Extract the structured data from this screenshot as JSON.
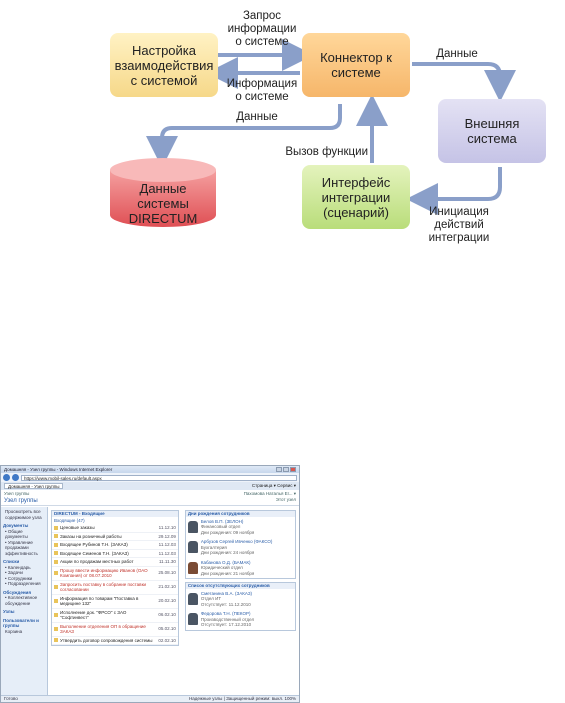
{
  "diagram": {
    "nodes": {
      "setup": "Настройка взаимодействия с системой",
      "connector": "Коннектор к системе",
      "external": "Внешняя система",
      "data_store": [
        "Данные",
        "системы",
        "DIRECTUM"
      ],
      "interface": "Интерфейс интеграции (сценарий)"
    },
    "labels": {
      "request": [
        "Запрос",
        "информации",
        "о системе"
      ],
      "info": [
        "Информация",
        "о системе"
      ],
      "data_right": "Данные",
      "data_left": "Данные",
      "call": "Вызов функции",
      "initiation": [
        "Инициация",
        "действий",
        "интеграции"
      ]
    }
  },
  "screenshot": {
    "window_title": "Домашняя - Узел группы - Windows Internet Explorer",
    "address": "https://www.mobil-sales.ru/default.aspx",
    "tab": "Домашняя - Узел группы",
    "tools": "Страница ▾  Сервис ▾",
    "site_title": "Узел группы",
    "user": "Пахомова Наталья Ег... ▾",
    "search_placeholder": "Этот узел",
    "sidebar": [
      {
        "kind": "item",
        "text": "Просмотреть все содержимое узла"
      },
      {
        "kind": "head",
        "text": "Документы"
      },
      {
        "kind": "item",
        "text": "• Общие документы"
      },
      {
        "kind": "item",
        "text": "• Управление продажами эффективность"
      },
      {
        "kind": "head",
        "text": "Списки"
      },
      {
        "kind": "item",
        "text": "• Календарь"
      },
      {
        "kind": "item",
        "text": "• Задачи"
      },
      {
        "kind": "item",
        "text": "• Сотрудники"
      },
      {
        "kind": "item",
        "text": "• Подразделения"
      },
      {
        "kind": "head",
        "text": "Обсуждения"
      },
      {
        "kind": "item",
        "text": "• Коллективное обсуждение"
      },
      {
        "kind": "head",
        "text": "Узлы"
      },
      {
        "kind": "head",
        "text": "Пользователи и группы"
      },
      {
        "kind": "item",
        "text": "Корзина"
      }
    ],
    "tasks_pane_title": "DIRECTUM - Входящие",
    "tasks_subtitle": "Входящие (47)",
    "tasks": [
      {
        "text": "Ценовые заказы",
        "date": "11.12.10",
        "red": false
      },
      {
        "text": "Заказы на розничный работы",
        "date": "29.12.09",
        "red": false
      },
      {
        "text": "Входящее Рубинов Т.Н. (ЗАКАЗ)",
        "date": "11.12.03",
        "red": false
      },
      {
        "text": "Входящее Семенов Т.Н. (ЗАКАЗ)",
        "date": "11.12.03",
        "red": false
      },
      {
        "text": "Акции по продажам местных работ",
        "date": "11.11.30",
        "red": false
      },
      {
        "text": "Прошу ввести информацию Иванов (ОАО Компания) от 08.07.2010",
        "date": "25.08.10",
        "red": true
      },
      {
        "text": "Запросить поставку в собрание поставки согласовании",
        "date": "21.02.10",
        "red": true
      },
      {
        "text": "Информация по товарам \"Поставка в медицине 132\"",
        "date": "20.02.10",
        "red": false
      },
      {
        "text": "Исполнение док. \"ФРСО\" с ЗАО \"Софтинвест\"",
        "date": "06.02.10",
        "red": false
      },
      {
        "text": "Выполнение отделения ОП в обращение ЗАКАЗ",
        "date": "05.02.10",
        "red": true
      },
      {
        "text": "Утвердить договор сопровождения системы",
        "date": "02.02.10",
        "red": false
      }
    ],
    "birthday_title": "Дни рождения сотрудников",
    "birthdays": [
      {
        "name": "Белов В.П. (ЗЕЛОН)",
        "role": "Финансовый отдел",
        "date": "Дни рождения: 09 ноября",
        "female": false
      },
      {
        "name": "Арбузов Сергей Ивченко (ФАКСО)",
        "role": "Бухгалтерия",
        "date": "Дни рождения: 24 ноября",
        "female": false
      },
      {
        "name": "Кабанова О.Д. (БАМАК)",
        "role": "Юридический отдел",
        "date": "Дни рождения: 21 ноября",
        "female": true
      }
    ],
    "absent_title": "Список отсутствующих сотрудников",
    "absent": [
      {
        "name": "Сметанина В.А. (ЗАКАЗ)",
        "role": "Отдел ИТ",
        "date": "Отсутствует: 11.12.2010",
        "female": false
      },
      {
        "name": "Федорова Т.Н. (ПЕКОР)",
        "role": "Производственный отдел",
        "date": "Отсутствует: 17.12.2010",
        "female": false
      }
    ],
    "status_left": "Готово",
    "status_right": "Надежные узлы | Защищенный режим: выкл.   100%"
  }
}
